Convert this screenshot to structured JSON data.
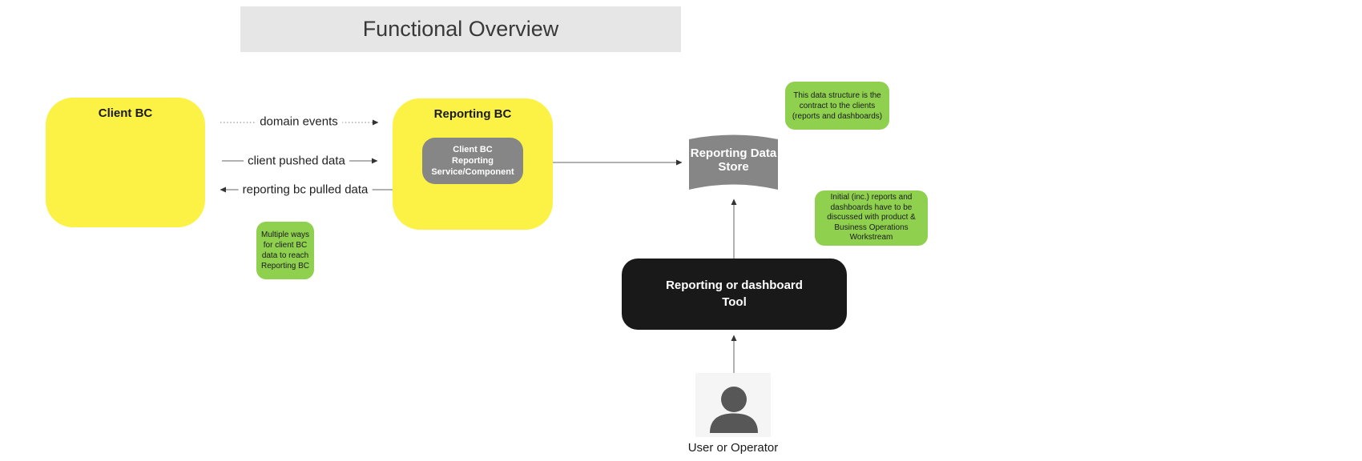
{
  "title": "Functional Overview",
  "boxes": {
    "client_bc": {
      "label": "Client BC"
    },
    "reporting_bc": {
      "label": "Reporting BC"
    },
    "component": {
      "label": "Client BC\nReporting\nService/Component"
    },
    "data_store": {
      "label": "Reporting Data\nStore"
    },
    "tool": {
      "label": "Reporting or dashboard\nTool"
    }
  },
  "edges": {
    "domain_events": "domain events",
    "client_pushed": "client pushed data",
    "reporting_pulled": "reporting bc pulled data"
  },
  "notes": {
    "multiple_ways": "Multiple ways\nfor client BC\ndata to reach\nReporting BC",
    "contract": "This data structure is the\ncontract to the clients\n(reports and dashboards)",
    "initial": "Initial (inc.) reports and\ndashboards have to be\ndiscussed with product &\nBusiness Operations\nWorkstream"
  },
  "actor": {
    "label": "User or Operator",
    "icon": "person-icon"
  },
  "colors": {
    "sticky_yellow": "#fbf245",
    "sticky_green": "#8fd14f",
    "shape_gray": "#868686",
    "tool_black": "#191919",
    "title_bg": "#e6e6e6",
    "actor_bg": "#f5f5f5",
    "line": "#666666",
    "dotted_line": "#9b9b9b"
  }
}
